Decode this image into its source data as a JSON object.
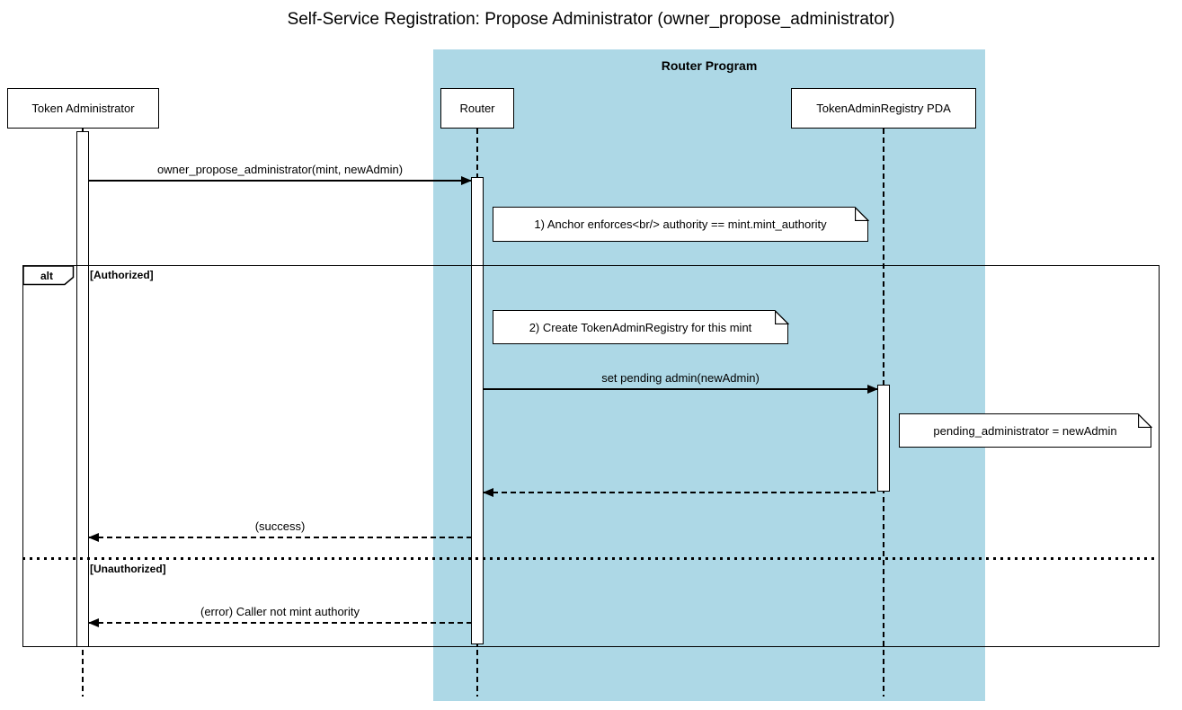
{
  "diagram": {
    "title": "Self-Service Registration: Propose Administrator (owner_propose_administrator)",
    "type": "sequence-diagram"
  },
  "colors": {
    "container_fill": "#add8e6",
    "participant_fill": "#ffffff",
    "note_fill": "#ffffff",
    "line_color": "#000000"
  },
  "container": {
    "label": "Router Program"
  },
  "participants": {
    "token_admin": {
      "label": "Token Administrator"
    },
    "router": {
      "label": "Router"
    },
    "registry_pda": {
      "label": "TokenAdminRegistry PDA"
    }
  },
  "messages": {
    "propose": {
      "label": "owner_propose_administrator(mint, newAdmin)",
      "style": "solid",
      "from": "token_admin",
      "to": "router"
    },
    "set_pending": {
      "label": "set pending admin(newAdmin)",
      "style": "solid",
      "from": "router",
      "to": "registry_pda"
    },
    "registry_return": {
      "label": "",
      "style": "dashed",
      "from": "registry_pda",
      "to": "router"
    },
    "success": {
      "label": "(success)",
      "style": "dashed",
      "from": "router",
      "to": "token_admin"
    },
    "error": {
      "label": "(error) Caller not mint authority",
      "style": "dashed",
      "from": "router",
      "to": "token_admin"
    }
  },
  "notes": {
    "note1": {
      "text": "1) Anchor enforces<br/> authority == mint.mint_authority"
    },
    "note2": {
      "text": "2) Create TokenAdminRegistry for this mint"
    },
    "note3": {
      "text": "pending_administrator = newAdmin"
    }
  },
  "alt": {
    "operator": "alt",
    "guard_authorized": "[Authorized]",
    "guard_unauthorized": "[Unauthorized]"
  }
}
